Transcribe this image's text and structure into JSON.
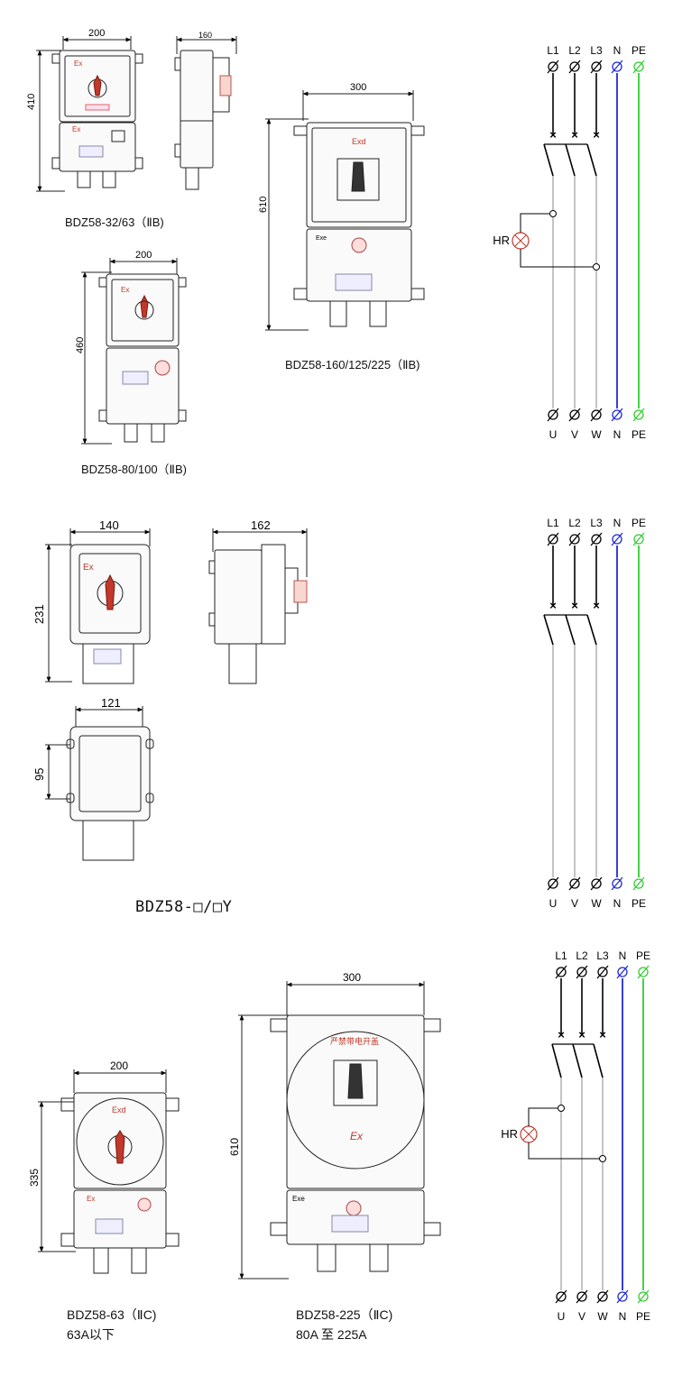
{
  "section_a": {
    "dims": {
      "w1": "200",
      "h1": "410",
      "side1": "160",
      "w2": "200",
      "h2": "460",
      "w3": "300",
      "h3": "610"
    },
    "box_labels": {
      "ex": "Ex",
      "exd": "Exd",
      "exe": "Exe"
    },
    "captions": {
      "model_32_63": "BDZ58-32/63（ⅡB)",
      "model_80_100": "BDZ58-80/100（ⅡB)",
      "model_160_225": "BDZ58-160/125/225（ⅡB)"
    }
  },
  "section_b": {
    "dims": {
      "front_w": "140",
      "front_h": "231",
      "side_w": "162",
      "back_w": "121",
      "back_h": "95"
    },
    "caption": "BDZ58-□/□Y"
  },
  "section_c": {
    "dims": {
      "w1": "200",
      "h1": "335",
      "w2": "300",
      "h2": "610"
    },
    "box_labels": {
      "exd": "Exd",
      "ex": "Ex",
      "exe": "Exe",
      "warning_cn": "严禁带电开盖"
    },
    "captions": {
      "model_63": "BDZ58-63（ⅡC)",
      "range_63": "63A以下",
      "model_225": "BDZ58-225（ⅡC)",
      "range_225": "80A 至 225A"
    }
  },
  "wiring": {
    "top_labels": [
      "L1",
      "L2",
      "L3",
      "N",
      "PE"
    ],
    "bottom_labels": [
      "U",
      "V",
      "W",
      "N",
      "PE"
    ],
    "indicator": "HR",
    "colors": {
      "phase": "#000000",
      "neutral": "#1f2bd6",
      "earth": "#33cc33"
    }
  }
}
